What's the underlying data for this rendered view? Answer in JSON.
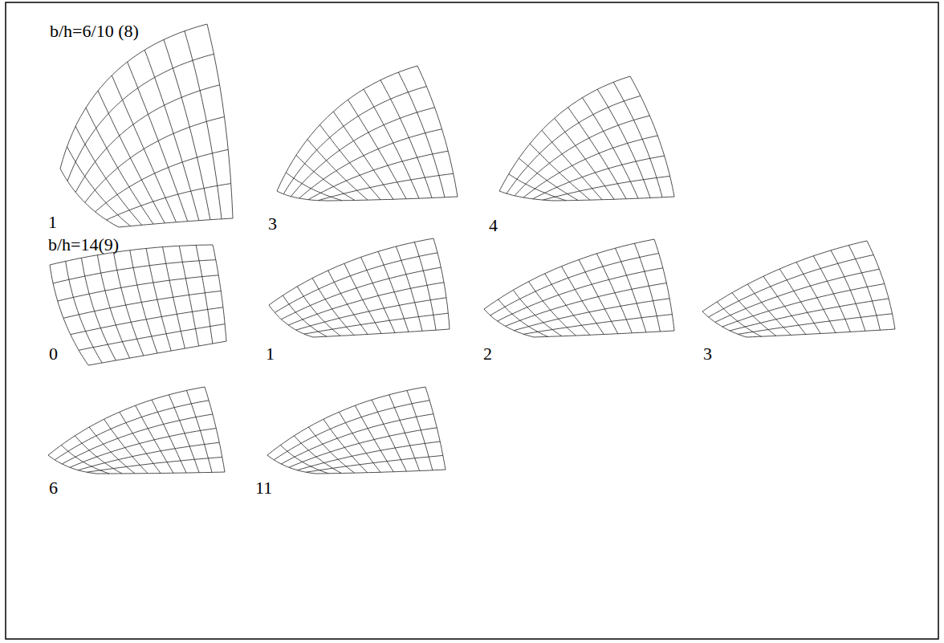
{
  "diagram": {
    "labels": [
      "b/h=6/10 (8)",
      "1",
      "3",
      "4",
      "b/h=14(9)",
      "0",
      "1",
      "2",
      "3",
      "6",
      "11"
    ]
  }
}
